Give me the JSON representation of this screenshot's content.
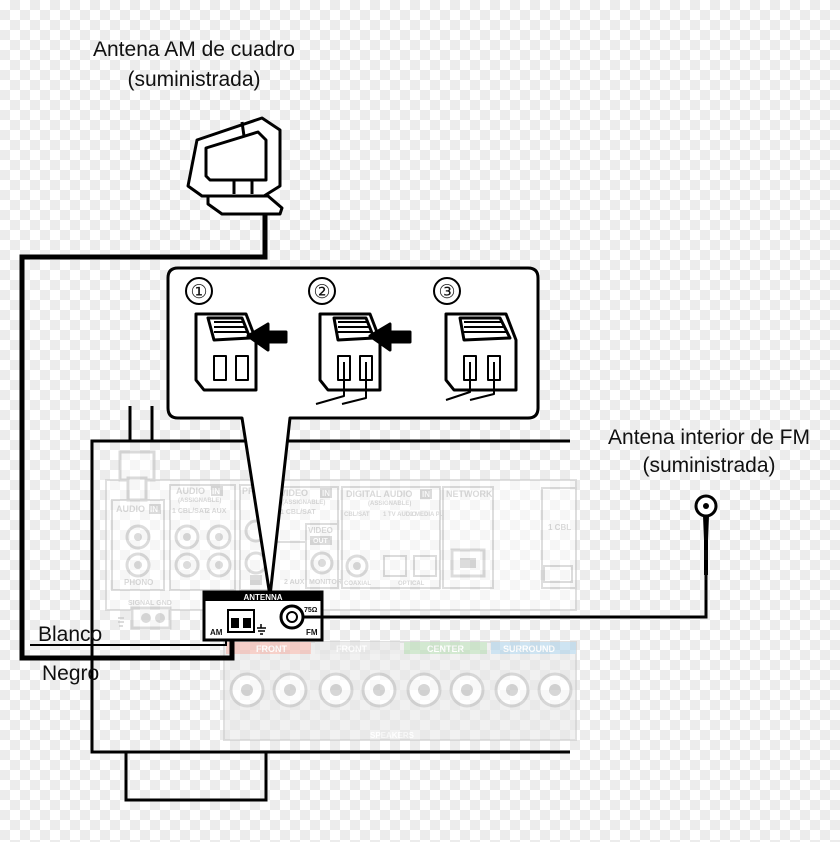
{
  "labels": {
    "am_antenna_line1": "Antena AM de cuadro",
    "am_antenna_line2": "(suministrada)",
    "fm_antenna_line1": "Antena interior de FM",
    "fm_antenna_line2": "(suministrada)",
    "white_wire": "Blanco",
    "black_wire": "Negro"
  },
  "steps": [
    "①",
    "②",
    "③"
  ],
  "antenna_block": {
    "title": "ANTENNA",
    "am": "AM",
    "fm": "FM",
    "ohm": "75Ω"
  },
  "rear_panel": {
    "audio_in": "AUDIO",
    "audio_in_badge": "IN",
    "audio_assignable": "AUDIO",
    "audio_assignable_badge": "IN",
    "assignable": "(ASSIGNABLE)",
    "cbl_sat": "1 CBL/SAT",
    "aux": "2 AUX",
    "phono": "PHONO",
    "pre": "PRE",
    "video_in": "VIDEO",
    "video_in_badge": "IN",
    "video_assignable": "(ASSIGNABLE)",
    "video_cbl": "1 CBL/SAT",
    "video_aux": "2 AUX",
    "video_out": "VIDEO",
    "video_out_badge": "OUT",
    "monitor": "MONITOR",
    "digital_audio": "DIGITAL AUDIO",
    "digital_badge": "IN",
    "digital_assignable": "(ASSIGNABLE)",
    "digital_cbl": "CBL/SAT",
    "digital_tv": "1 TV AUDIO",
    "digital_media": "2 MEDIA PLAYER",
    "coaxial": "COAXIAL",
    "optical": "OPTICAL",
    "network": "NETWORK",
    "signal_gnd": "SIGNAL GND",
    "right_cbl": "1 CBL",
    "front_r": "FRONT",
    "front_l": "FRONT",
    "center": "CENTER",
    "surround_r": "SURROUND",
    "speakers": "SPEAKERS"
  },
  "colors": {
    "front_r": "#f2b3a8",
    "front_l": "#e2e2e2",
    "center": "#b7dcb4",
    "surround": "#aed3ea",
    "line": "#000000",
    "panel_text": "#bdbdbd"
  }
}
